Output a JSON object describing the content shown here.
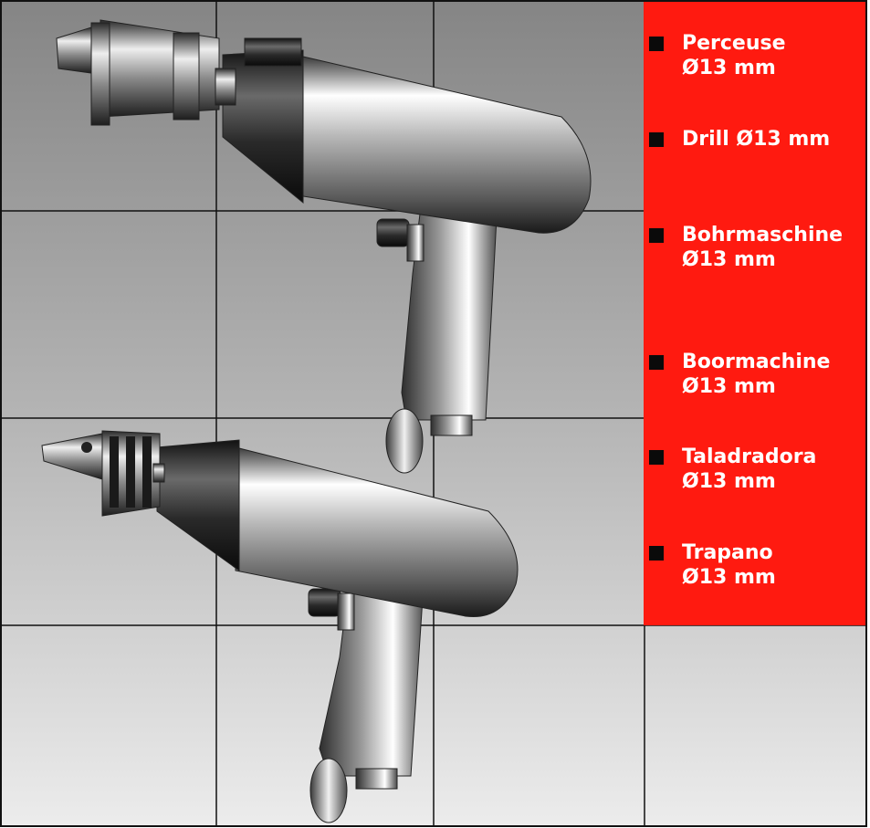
{
  "colors": {
    "panel": "#ff1a10",
    "bullet": "#0a0a0a",
    "label_text": "#ffffff",
    "grid_line": "#111111",
    "background_top": "#8a8a8a",
    "background_bottom": "#ececec"
  },
  "labels": [
    {
      "text": "Perceuse\nØ13 mm"
    },
    {
      "text": "Drill Ø13 mm"
    },
    {
      "text": "Bohrmaschine\nØ13 mm"
    },
    {
      "text": "Boormachine\nØ13 mm"
    },
    {
      "text": "Taladradora\nØ13 mm"
    },
    {
      "text": "Trapano\nØ13 mm"
    }
  ],
  "images": [
    {
      "name": "drill-upper",
      "depicts": "pistol-grip drill with keyed chuck"
    },
    {
      "name": "drill-lower",
      "depicts": "pistol-grip drill with keyless chuck"
    }
  ]
}
